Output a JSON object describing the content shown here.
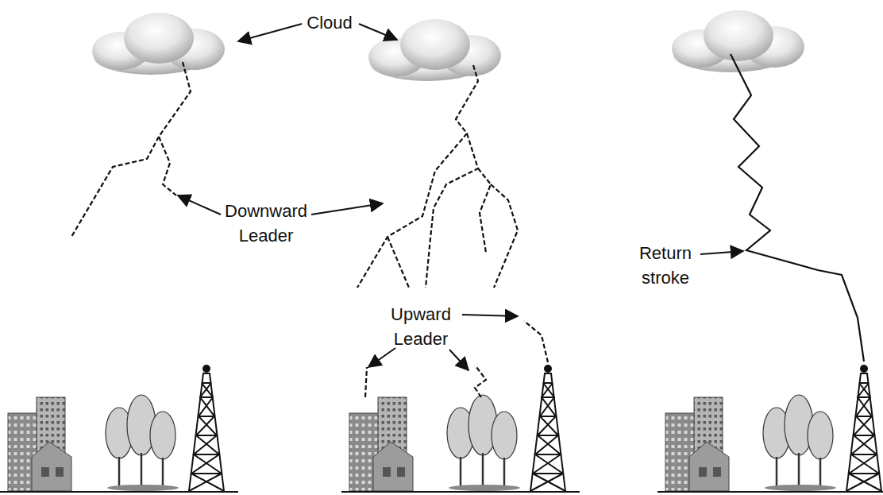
{
  "diagram": {
    "labels": [
      "Cloud",
      "Downward Leader",
      "Upward Leader",
      "Return stroke"
    ]
  }
}
